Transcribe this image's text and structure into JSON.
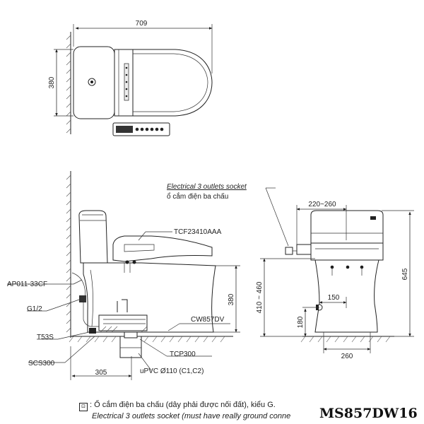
{
  "dimensions": {
    "top_width": "709",
    "top_depth": "380",
    "side_height": "380",
    "front_gap": "410 ~ 460",
    "back_offset": "305",
    "front_top": "220~260",
    "front_height": "645",
    "front_inlet": "150",
    "front_inlet_height": "180",
    "front_base": "260"
  },
  "callouts": {
    "socket_en": "Electrical 3 outlets socket",
    "socket_vi": "ổ cắm điện ba chấu",
    "seat": "TCF23410AAA",
    "valve": "AP011-33CF",
    "g12": "G1/2",
    "bowl": "CW857DV",
    "t53s": "T53S",
    "scs": "SCS300",
    "tcp": "TCP300",
    "pipe": "uPVC Ø110 (C1,C2)"
  },
  "legend": {
    "line_vi": ": Ổ cắm điện ba chấu (dây phải được nối đất), kiểu G.",
    "line_en": "Electrical 3 outlets socket (must have really ground conne"
  },
  "model": "MS857DW16"
}
